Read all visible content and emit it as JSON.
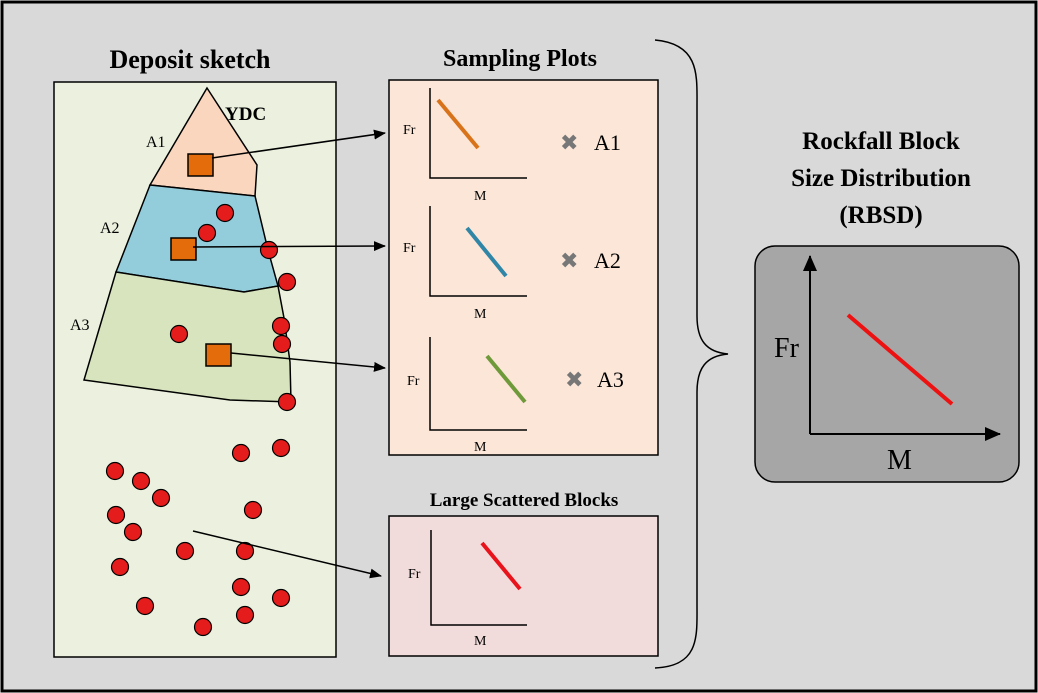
{
  "deposit": {
    "title": "Deposit sketch",
    "zone_label": "YDC",
    "zones": [
      "A1",
      "A2",
      "A3"
    ]
  },
  "sampling": {
    "title": "Sampling Plots",
    "plots": [
      {
        "id": "A1",
        "color": "#d9731a"
      },
      {
        "id": "A2",
        "color": "#2f86a6"
      },
      {
        "id": "A3",
        "color": "#6f9a3a"
      }
    ],
    "y_label": "Fr",
    "x_label": "M",
    "marker": "✖"
  },
  "scattered": {
    "title": "Large Scattered Blocks",
    "y_label": "Fr",
    "x_label": "M",
    "color": "#e8131b"
  },
  "rbsd": {
    "title_lines": [
      "Rockfall Block",
      "Size Distribution",
      "(RBSD)"
    ],
    "y_label": "Fr",
    "x_label": "M",
    "line_color": "#ee1111"
  },
  "colors": {
    "background": "#d9d9d9",
    "deposit_panel": "#ebf1de",
    "zone_a1": "#fad6be",
    "zone_a2": "#93cddc",
    "zone_a3": "#d7e4bd",
    "sampling_panel": "#fce6d8",
    "scattered_panel": "#f2dcdb",
    "rbsd_panel": "#a6a6a6",
    "block": "#e46c0a",
    "boulder": "#e51c1c"
  }
}
